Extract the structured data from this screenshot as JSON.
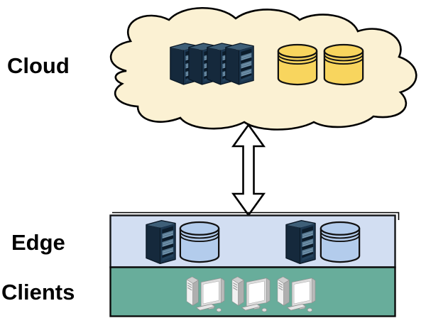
{
  "labels": {
    "cloud": "Cloud",
    "edge": "Edge",
    "clients": "Clients"
  },
  "colors": {
    "cloud_fill": "#FBF1D3",
    "cloud_outline": "#000000",
    "edge_fill": "#D2DEF2",
    "edge_outline": "#14161A",
    "clients_fill": "#68AD9B",
    "clients_outline": "#0B0B0B",
    "arrow_fill": "#FFFFFF",
    "arrow_outline": "#000000",
    "cloud_db": "#F8D55E",
    "edge_db": "#B3CCEC"
  },
  "cloud": {
    "label": "Cloud",
    "server_count": 4,
    "database_count": 2
  },
  "edge": {
    "label": "Edge",
    "node_groups": 2,
    "servers_per_group": 1,
    "databases_per_group": 1
  },
  "clients": {
    "label": "Clients",
    "workstation_count": 3
  },
  "connector": {
    "type": "bidirectional-arrow",
    "from": "Cloud",
    "to": "Edge"
  }
}
